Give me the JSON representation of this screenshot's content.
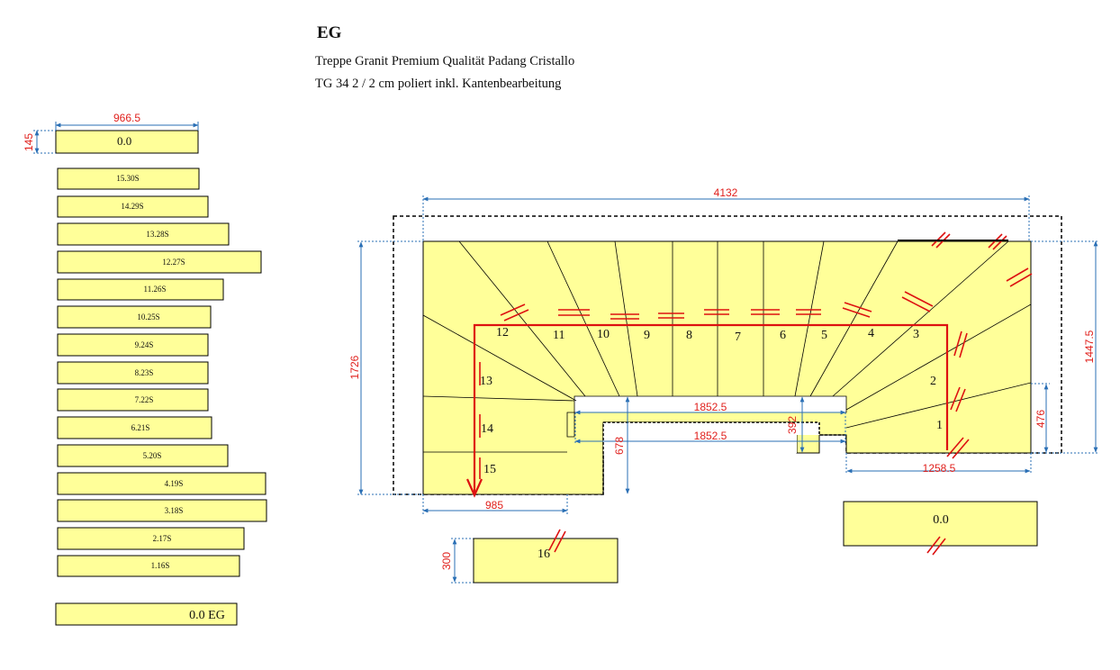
{
  "header": {
    "title": "EG",
    "line1": "Treppe Granit Premium Qualität Padang Cristallo",
    "line2": "TG 34 2 / 2 cm poliert inkl. Kantenbearbeitung"
  },
  "colors": {
    "slab": "#ffff99",
    "dimension_text": "#e0201c",
    "dimension_line": "#2a6fb5",
    "outline": "#000000",
    "walk_line": "#dd1111"
  },
  "top_piece": {
    "label": "0.0",
    "width_dim": "966.5",
    "height_dim": "145"
  },
  "step_list": [
    "15.30S",
    "14.29S",
    "13.28S",
    "12.27S",
    "11.26S",
    "10.25S",
    "9.24S",
    "8.23S",
    "7.22S",
    "6.21S",
    "5.20S",
    "4.19S",
    "3.18S",
    "2.17S",
    "1.16S"
  ],
  "bottom_piece": {
    "label": "0.0 EG"
  },
  "stair": {
    "dims": {
      "total_width": "4132",
      "total_height": "1726",
      "right_height": "1447.5",
      "small_right": "476",
      "inner_top": "1852.5",
      "inner_bottom": "1852.5",
      "left_inner": "678",
      "center_v": "392",
      "bottom_left": "985",
      "bottom_right": "1258.5"
    },
    "step_numbers": [
      "1",
      "2",
      "3",
      "4",
      "5",
      "6",
      "7",
      "8",
      "9",
      "10",
      "11",
      "12",
      "13",
      "14",
      "15"
    ]
  },
  "landing_piece": {
    "label": "16",
    "height_dim": "300"
  },
  "right_piece": {
    "label": "0.0"
  }
}
